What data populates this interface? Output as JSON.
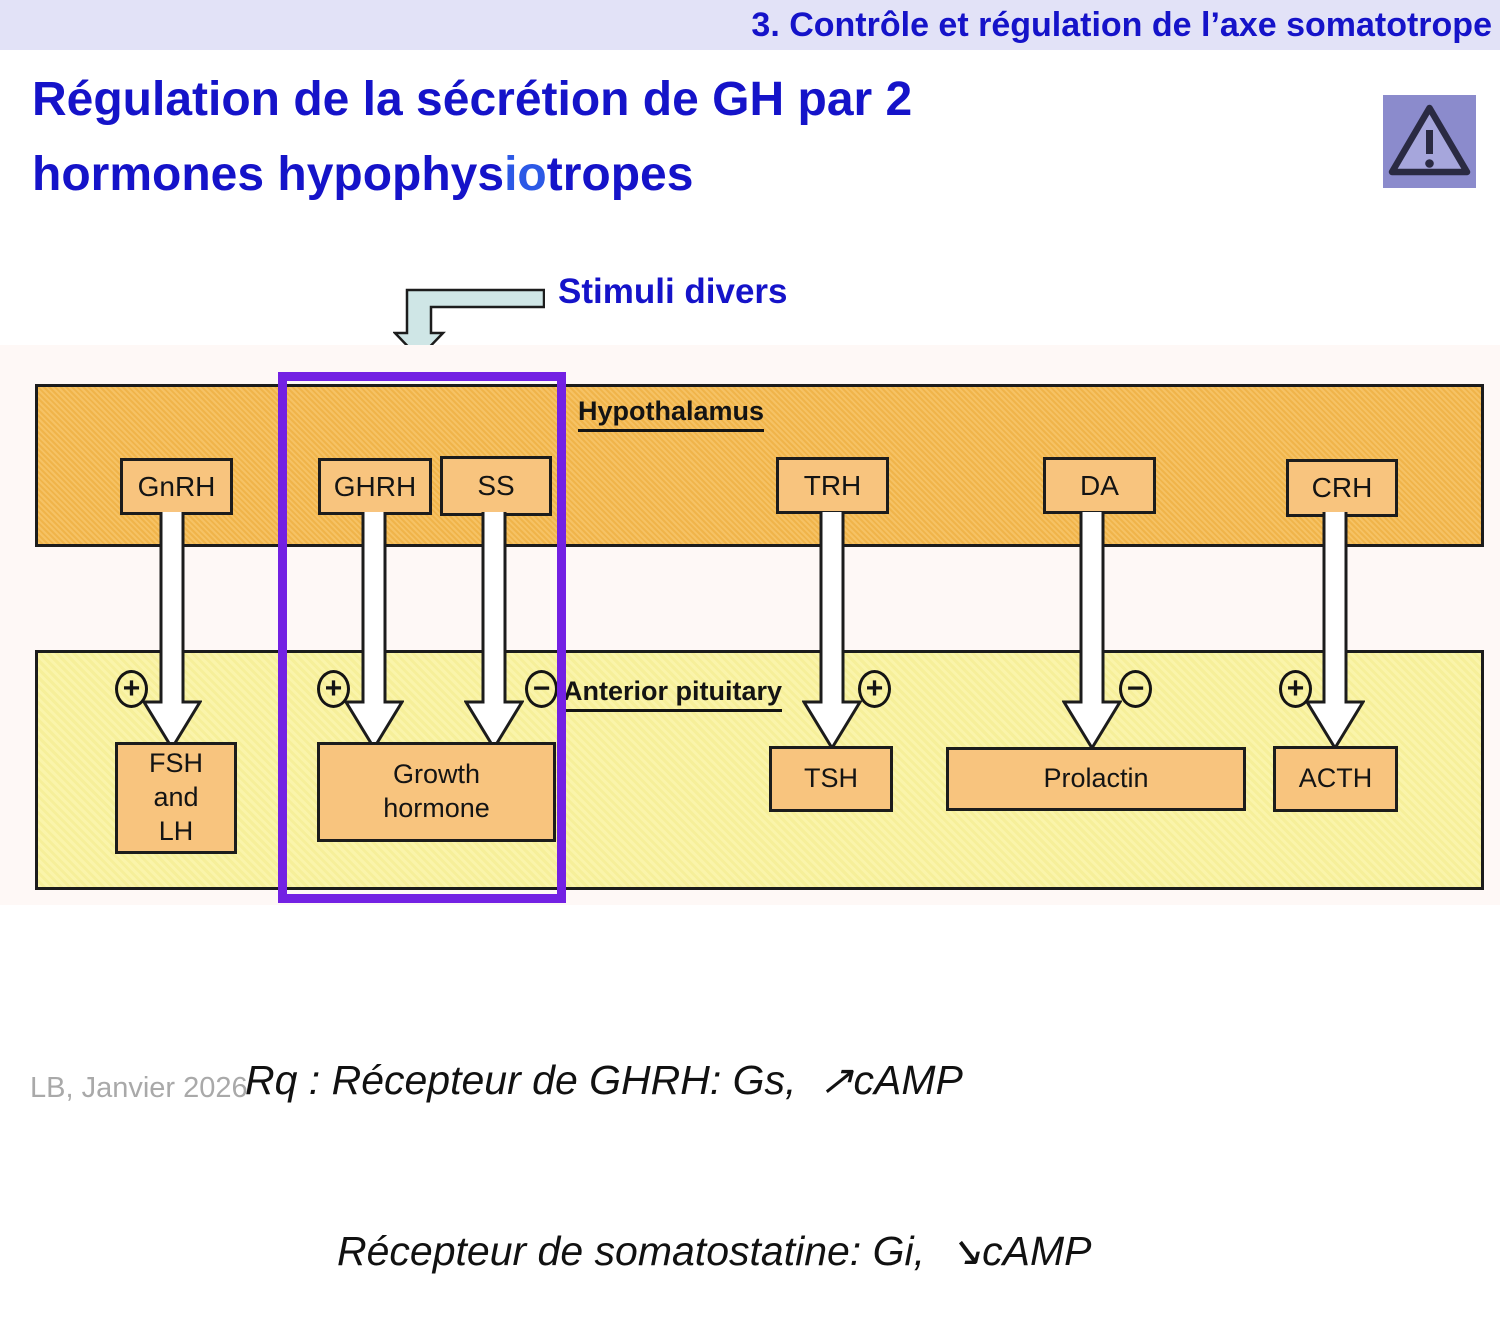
{
  "header": {
    "text": "3. Contrôle et régulation de l’axe somatotrope"
  },
  "title": {
    "line1": "Régulation de la sécrétion de GH par 2",
    "line2_pre": "hormones hypophys",
    "line2_highlight": "io",
    "line2_post": "tropes"
  },
  "stimuli": {
    "label": "Stimuli divers"
  },
  "diagram": {
    "hypothalamus_label": "Hypothalamus",
    "pituitary_label": "Anterior pituitary",
    "hypothalamus_boxes": {
      "gnrh": "GnRH",
      "ghrh": "GHRH",
      "ss": "SS",
      "trh": "TRH",
      "da": "DA",
      "crh": "CRH"
    },
    "signs": {
      "gnrh": "+",
      "ghrh": "+",
      "ss": "−",
      "trh": "+",
      "da": "−",
      "crh": "+"
    },
    "pituitary_boxes": {
      "fsh_lh": "FSH\nand\nLH",
      "growth_hormone": "Growth\nhormone",
      "tsh": "TSH",
      "prolactin": "Prolactin",
      "acth": "ACTH"
    }
  },
  "note": {
    "line1": "Rq : Récepteur de GHRH: Gs,  ↗cAMP",
    "line2": "Récepteur de somatostatine: Gi,  ↘cAMP"
  },
  "footer": {
    "text": "LB, Janvier 2026"
  },
  "colors": {
    "title_blue": "#1513C9",
    "highlight_blue": "#2C59E6",
    "header_band": "#E2E2F7",
    "hypothalamus_band": "#F5B94E",
    "hormone_box": "#F8C47E",
    "pituitary_band": "#FAF3A0",
    "highlight_rect": "#7321E3",
    "warning_bg": "#8B8BCC",
    "stimuli_arrow": "#CFE6E6",
    "footer_gray": "#A9A9A9"
  }
}
